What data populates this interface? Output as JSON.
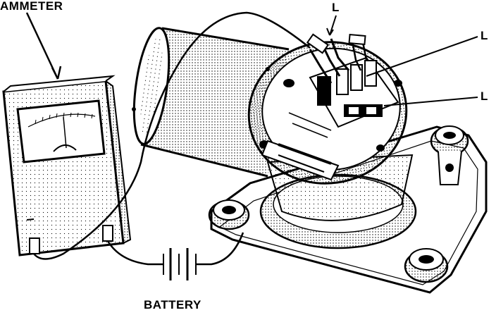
{
  "labels": {
    "ammeter": "AMMETER",
    "battery": "BATTERY",
    "lead_top": "L",
    "lead_right_upper": "L",
    "lead_right_lower": "L"
  }
}
